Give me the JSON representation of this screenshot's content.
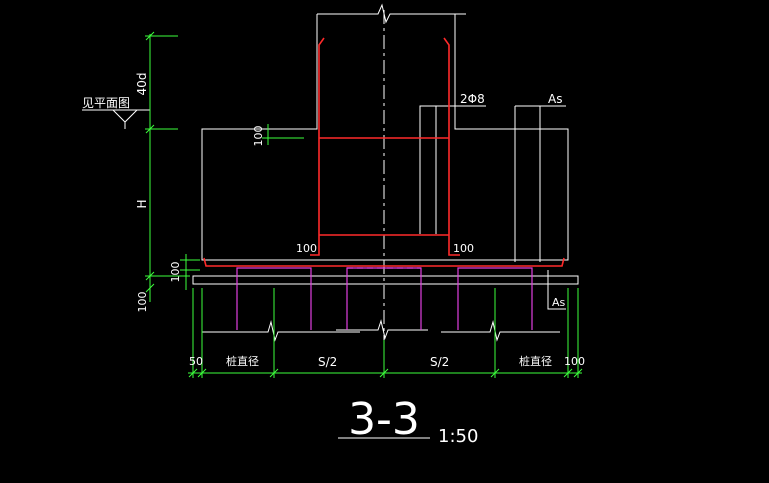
{
  "drawing": {
    "section_title": "3-3",
    "scale": "1:50",
    "labels": {
      "anchor_length": "40d",
      "see_plan": "见平面图",
      "height": "H",
      "dim_100_column": "100",
      "dim_100_left_bar": "100",
      "dim_100_right_bar": "100",
      "dim_100_cap_edge": "100",
      "dim_100_bottom_layer": "100",
      "stirrup": "2Φ8",
      "rebar_as_top": "As",
      "rebar_as_bottom": "As",
      "dim_50": "50",
      "pile_dia_left": "桩直径",
      "half_spacing_left": "S/2",
      "half_spacing_right": "S/2",
      "pile_dia_right": "桩直径",
      "dim_100_right_end": "100"
    },
    "colors": {
      "background": "#000000",
      "outline": "#ffffff",
      "rebar": "#ff2a2a",
      "dimension": "#3cff3c",
      "pile": "#e040e0"
    }
  }
}
